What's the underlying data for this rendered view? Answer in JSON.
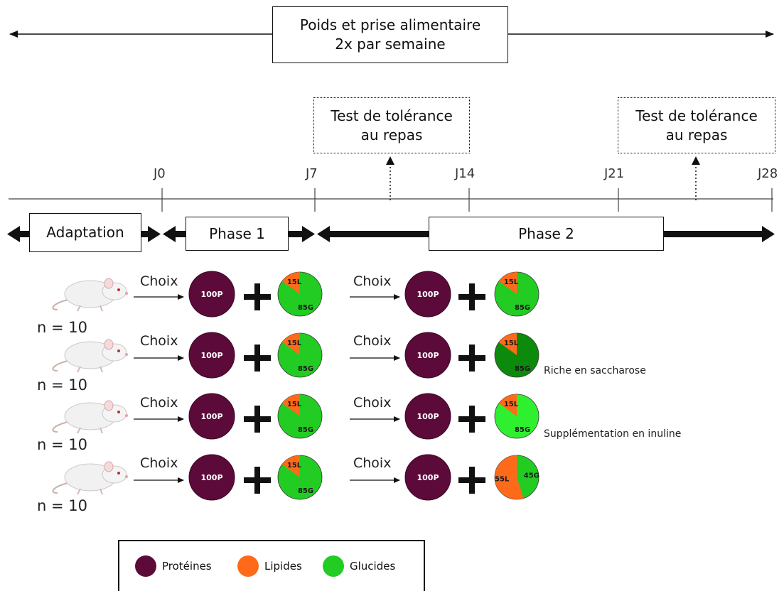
{
  "top_box": {
    "line1": "Poids et prise alimentaire",
    "line2": "2x par semaine"
  },
  "tolerance_tests": [
    {
      "line1": "Test de tolérance",
      "line2": "au repas"
    },
    {
      "line1": "Test de tolérance",
      "line2": "au repas"
    }
  ],
  "timeline_labels": [
    "J0",
    "J7",
    "J14",
    "J21",
    "J28"
  ],
  "phases": {
    "adaptation": "Adaptation",
    "phase1": "Phase 1",
    "phase2": "Phase 2"
  },
  "groups": [
    {
      "n_label": "n = 10",
      "choice": "Choix",
      "note": ""
    },
    {
      "n_label": "n = 10",
      "choice": "Choix",
      "note": "Riche en saccharose"
    },
    {
      "n_label": "n = 10",
      "choice": "Choix",
      "note": "Supplémentation en inuline"
    },
    {
      "n_label": "n = 10",
      "choice": "Choix",
      "note": ""
    }
  ],
  "protein_label": "100P",
  "diets": {
    "standard": {
      "lipid_label": "15L",
      "glucid_label": "85G",
      "lipid_pct": 15,
      "glucid_color": "#22cc22"
    },
    "sucrose": {
      "lipid_label": "15L",
      "glucid_label": "85G",
      "lipid_pct": 15,
      "glucid_color": "#0b8a0b"
    },
    "inulin": {
      "lipid_label": "15L",
      "glucid_label": "85G",
      "lipid_pct": 15,
      "glucid_color": "#2ff02f"
    },
    "highfat": {
      "lipid_label": "55L",
      "glucid_label": "45G",
      "lipid_pct": 55,
      "glucid_color": "#22cc22"
    }
  },
  "colors": {
    "protein": "#5c0a3a",
    "lipid": "#ff6a1a",
    "glucid": "#22cc22"
  },
  "legend": {
    "protein": "Protéines",
    "lipid": "Lipides",
    "glucid": "Glucides"
  },
  "icons": [
    "rat-icon",
    "plus-icon",
    "arrow-icon"
  ]
}
